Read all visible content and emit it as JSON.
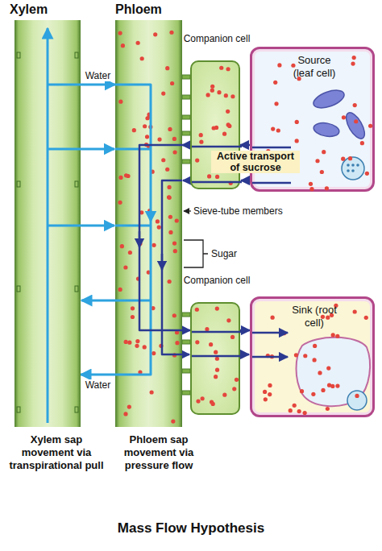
{
  "diagram": {
    "caption": "Mass Flow Hypothesis",
    "nodes": [
      {
        "text": [
          "Xylem",
          "Xylem sap movement via transpirational pull"
        ]
      },
      {
        "text": [
          "Phloem",
          "Phloem sap movement via pressure flow"
        ]
      },
      {
        "text": [
          "Companion cell"
        ]
      },
      {
        "text": [
          "Source (leaf cell)"
        ]
      },
      {
        "text": [
          "Companion cell"
        ]
      },
      {
        "text": [
          "Sink (root cell)"
        ]
      }
    ],
    "edges": [
      {
        "from": 0,
        "to": 1,
        "label": "Water",
        "arrow": "to"
      },
      {
        "from": 3,
        "to": 2,
        "label": "Active transport of sucrose",
        "arrow": "to"
      },
      {
        "from": 2,
        "to": 1,
        "arrow": "to"
      },
      {
        "from": 1,
        "to": 4,
        "arrow": "to"
      },
      {
        "from": 4,
        "to": 5,
        "arrow": "to"
      },
      {
        "from": 1,
        "to": 0,
        "label": "Water",
        "arrow": "to"
      }
    ],
    "labels": [
      "Sieve-tube members",
      "Sugar"
    ]
  }
}
